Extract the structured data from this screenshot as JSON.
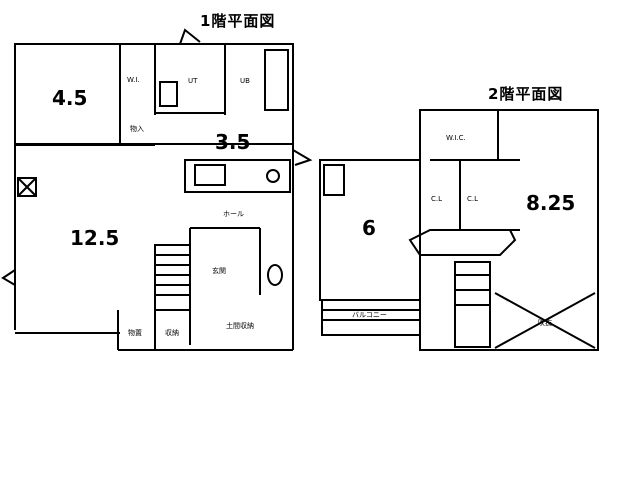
{
  "floor1": {
    "title": "1階平面図",
    "rooms": {
      "room_a_area": "4.5",
      "wic": "W.I.",
      "ut": "UT",
      "ub": "UB",
      "storage": "物入",
      "room_b_area": "3.5",
      "hall": "ホール",
      "ldk_area": "12.5",
      "entrance": "玄関",
      "storage2": "物置",
      "storage3": "収納",
      "storage4": "土間収納"
    }
  },
  "floor2": {
    "title": "2階平面図",
    "rooms": {
      "wic": "W.I.C.",
      "cl1": "C.L",
      "cl2": "C.L",
      "room_a_area": "6",
      "room_b_area": "8.25",
      "balcony": "バルコニー",
      "void": "吹抜"
    }
  }
}
